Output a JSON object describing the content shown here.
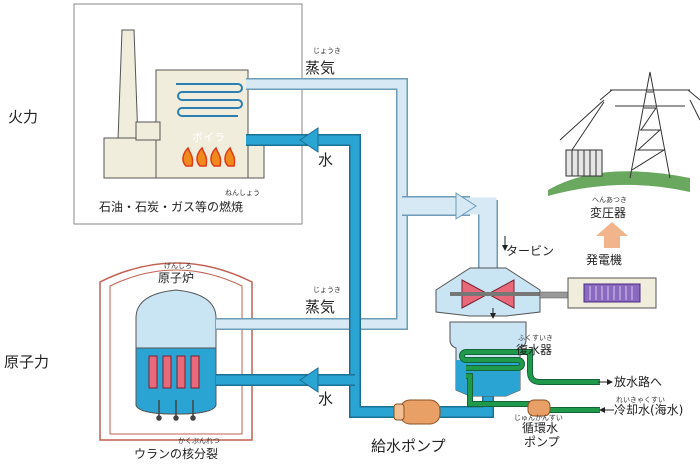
{
  "labels": {
    "thermal": "火力",
    "nuclear": "原子力",
    "steam_top": "蒸気",
    "steam_top_ruby": "じょうき",
    "water_top": "水",
    "boiler": "ボイラ",
    "fuel_combustion": "石油・石炭・ガス等の燃焼",
    "fuel_combustion_ruby": "ねんしょう",
    "reactor": "原子炉",
    "reactor_ruby": "げんしろ",
    "steam_bottom": "蒸気",
    "steam_bottom_ruby": "じょうき",
    "water_bottom": "水",
    "fission": "ウランの核分裂",
    "fission_ruby": "かくぶんれつ",
    "turbine": "タービン",
    "generator": "発電機",
    "transformer": "変圧器",
    "transformer_ruby": "へんあつき",
    "condenser": "復水器",
    "condenser_ruby": "ふくすいき",
    "discharge": "放水路へ",
    "cooling_water": "冷却水(海水)",
    "cooling_water_ruby": "れいきゃくすい",
    "circ_pump": "循環水",
    "circ_pump_2": "ポンプ",
    "circ_pump_ruby": "じゅんかんすい",
    "feed_pump": "給水ポンプ"
  },
  "colors": {
    "steam_pipe": "#d6e9f4",
    "water_pipe": "#2aa5d3",
    "cooling_pipe": "#1e9a4a",
    "boiler_wall": "#f1eddc",
    "flame": "#f08a1c",
    "reactor_vessel": "#8fc8e8",
    "fuel_rod": "#e86a7a",
    "pump": "#e8a066"
  }
}
